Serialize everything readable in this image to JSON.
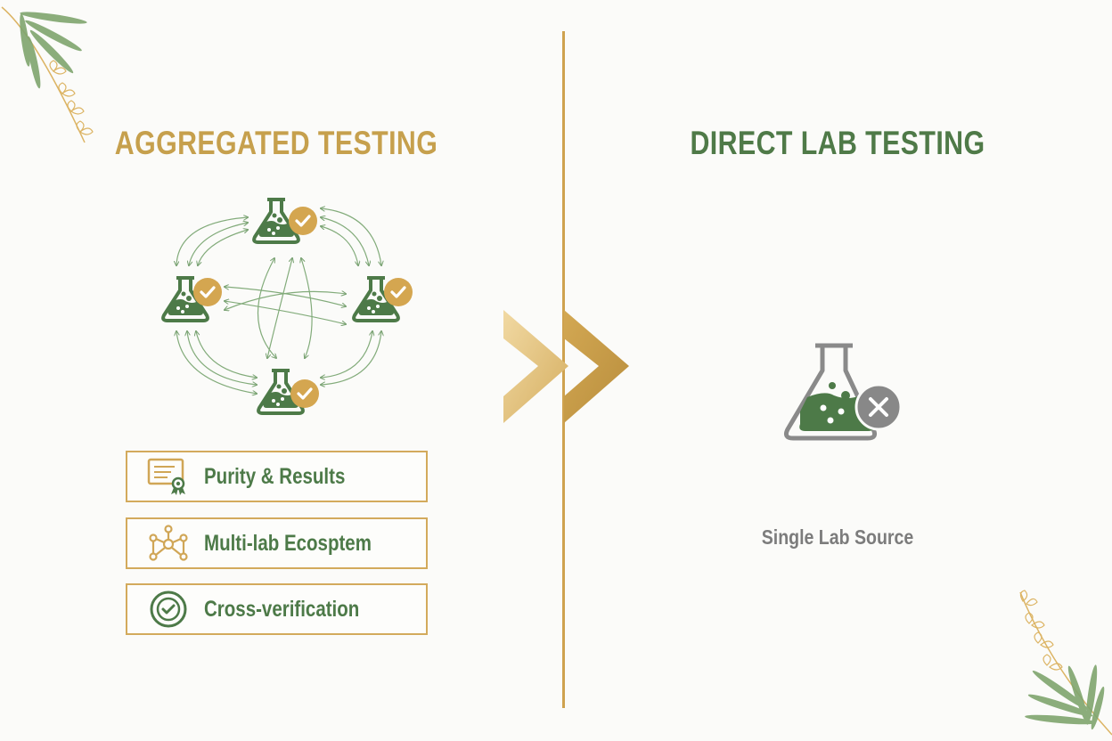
{
  "left_panel": {
    "title": "AGGREGATED TESTING",
    "network": {
      "nodes": [
        {
          "position": "top",
          "status": "verified"
        },
        {
          "position": "left",
          "status": "verified"
        },
        {
          "position": "right",
          "status": "verified"
        },
        {
          "position": "bottom",
          "status": "verified"
        }
      ],
      "node_icon": "flask-icon",
      "badge_icon": "checkmark-badge-icon"
    },
    "features": [
      {
        "label": "Purity & Results",
        "icon": "certificate-icon"
      },
      {
        "label": "Multi-lab Ecosptem",
        "icon": "network-nodes-icon"
      },
      {
        "label": "Cross-verification",
        "icon": "check-circle-icon"
      }
    ]
  },
  "right_panel": {
    "title": "DIRECT LAB TESTING",
    "node_icon": "flask-icon",
    "badge_icon": "x-badge-icon",
    "label": "Single Lab Source"
  },
  "colors": {
    "gold": "#c6a04d",
    "green": "#4f7a48",
    "gray": "#7c7c7c",
    "background": "#fbfbf9"
  }
}
